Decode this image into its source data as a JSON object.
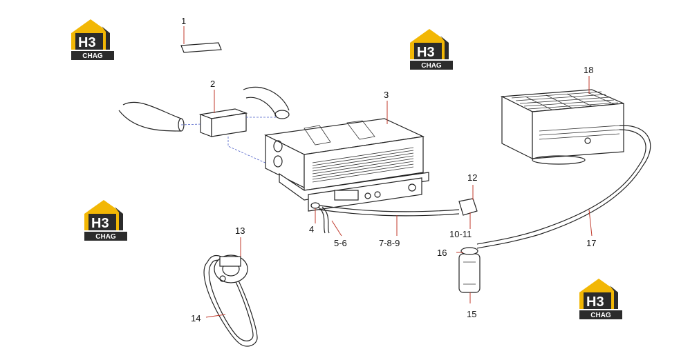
{
  "diagram": {
    "colors": {
      "logo_yellow": "#f2b705",
      "logo_dark": "#2b2b2b",
      "leader": "#c0392b",
      "hidden_line": "#4a5cc7"
    },
    "logo": {
      "letters": "H3",
      "caption": "CHAG"
    },
    "labels": {
      "p1": "1",
      "p2": "2",
      "p3": "3",
      "p4": "4",
      "p5_6": "5-6",
      "p7_8_9": "7-8-9",
      "p10_11": "10-11",
      "p12": "12",
      "p13": "13",
      "p14": "14",
      "p15": "15",
      "p16": "16",
      "p17": "17",
      "p18": "18"
    }
  }
}
